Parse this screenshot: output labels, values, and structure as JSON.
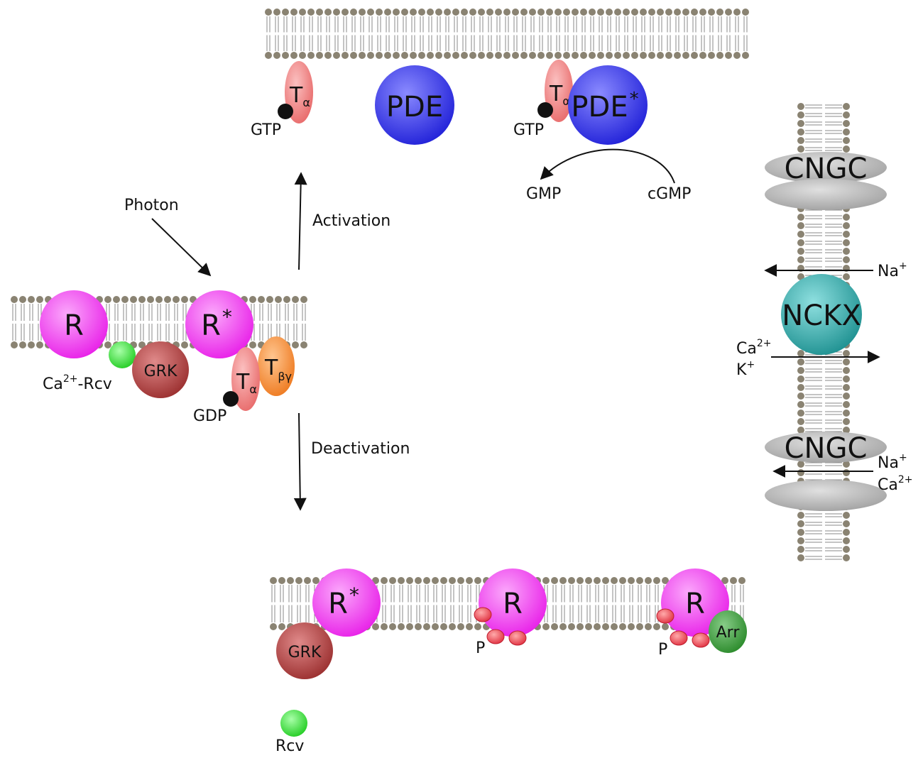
{
  "labels": {
    "photon": "Photon",
    "activation": "Activation",
    "deactivation": "Deactivation",
    "r": "R",
    "r_star": "R",
    "star": "*",
    "grk": "GRK",
    "ca_rcv": "Ca",
    "ca_rcv_sup": "2+",
    "ca_rcv_suffix": "-Rcv",
    "rcv": "Rcv",
    "t": "T",
    "alpha": "α",
    "beta_gamma": "βγ",
    "gdp": "GDP",
    "gtp": "GTP",
    "pde": "PDE",
    "gmp": "GMP",
    "cgmp": "cGMP",
    "cngc": "CNGC",
    "nckx": "NCKX",
    "na": "Na",
    "na_sup": "+",
    "ca": "Ca",
    "ca_sup": "2+",
    "k": "K",
    "k_sup": "+",
    "p": "P",
    "arr": "Arr"
  },
  "colors": {
    "rhodopsin": "#f032f0",
    "grk": "#b04040",
    "rcv": "#33dd33",
    "transducin_alpha": "#f08080",
    "transducin_beta_gamma": "#f08830",
    "pde": "#3d3de8",
    "nckx": "#2fa8a8",
    "cngc": "#b8b8b8",
    "arrestin": "#3a9a3a",
    "phosphate": "#e84050",
    "lipid_head": "#8a8372",
    "nucleotide": "#111111"
  }
}
